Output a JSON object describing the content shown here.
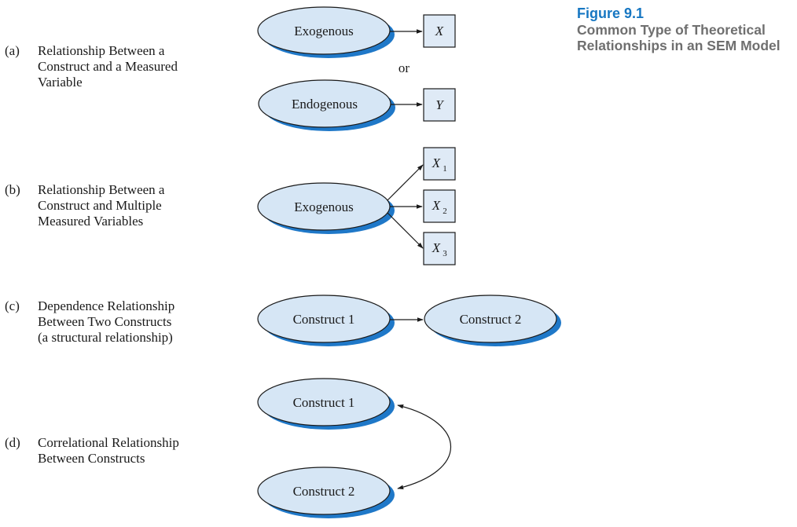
{
  "caption": {
    "number": "Figure 9.1",
    "title_lines": [
      "Common Type of Theoretical",
      "Relationships in an SEM Model"
    ]
  },
  "rows": [
    {
      "letter": "(a)",
      "lines": [
        "Relationship Between a",
        "Construct and a Measured",
        "Variable"
      ]
    },
    {
      "letter": "(b)",
      "lines": [
        "Relationship Between a",
        "Construct and Multiple",
        "Measured Variables"
      ]
    },
    {
      "letter": "(c)",
      "lines": [
        "Dependence Relationship",
        "Between Two Constructs",
        "(a structural relationship)"
      ]
    },
    {
      "letter": "(d)",
      "lines": [
        "Correlational Relationship",
        "Between Constructs"
      ]
    }
  ],
  "diagram": {
    "a": {
      "top": {
        "construct": "Exogenous",
        "variable": "X"
      },
      "connector": "or",
      "bottom": {
        "construct": "Endogenous",
        "variable": "Y"
      }
    },
    "b": {
      "construct": "Exogenous",
      "variables": [
        {
          "letter": "X",
          "sub": "1"
        },
        {
          "letter": "X",
          "sub": "2"
        },
        {
          "letter": "X",
          "sub": "3"
        }
      ]
    },
    "c": {
      "from": "Construct 1",
      "to": "Construct 2"
    },
    "d": {
      "top": "Construct 1",
      "bottom": "Construct 2"
    }
  },
  "colors": {
    "ellipse_fill": "#d6e6f5",
    "ellipse_shadow": "#1f78c8",
    "box_fill": "#dfeaf6",
    "stroke": "#1a1a1a",
    "caption_number": "#1777c2",
    "caption_title": "#6f6f6f"
  }
}
